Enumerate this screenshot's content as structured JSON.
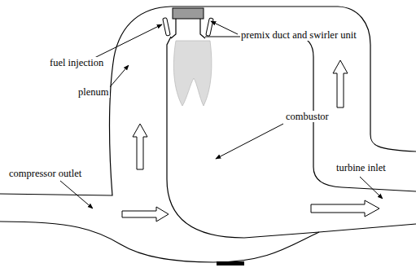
{
  "diagram": {
    "labels": [
      "fuel injection",
      "premix duct and swirler unit",
      "plenum",
      "combustor",
      "compressor outlet",
      "turbine inlet"
    ]
  }
}
